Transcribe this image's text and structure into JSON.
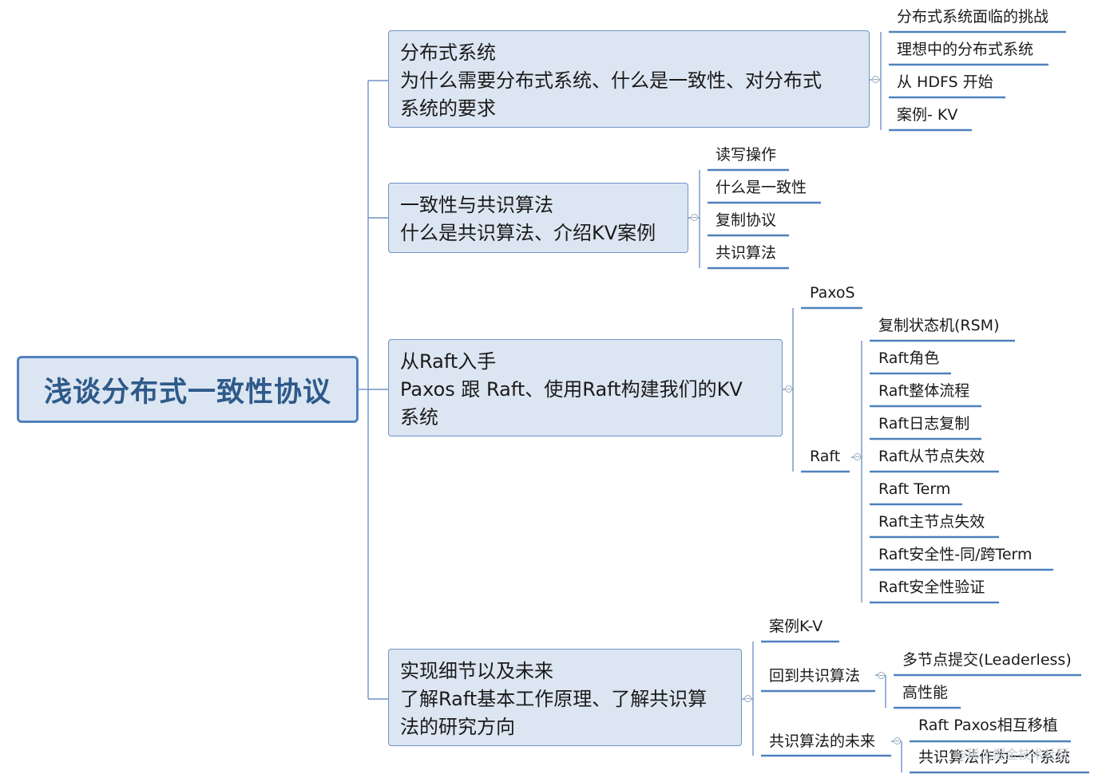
{
  "root": {
    "title": "浅谈分布式一致性协议"
  },
  "topics": [
    {
      "lines": [
        "分布式系统",
        "为什么需要分布式系统、什么是一致性、对分布式",
        "系统的要求"
      ]
    },
    {
      "lines": [
        "一致性与共识算法",
        "什么是共识算法、介绍KV案例"
      ]
    },
    {
      "lines": [
        "从Raft入手",
        "Paxos 跟 Raft、使用Raft构建我们的KV",
        "系统"
      ]
    },
    {
      "lines": [
        "实现细节以及未来",
        "了解Raft基本工作原理、了解共识算",
        "法的研究方向"
      ]
    }
  ],
  "t1_children": [
    "分布式系统面临的挑战",
    "理想中的分布式系统",
    "从 HDFS 开始",
    "案例- KV"
  ],
  "t2_children": [
    "读写操作",
    "什么是一致性",
    "复制协议",
    "共识算法"
  ],
  "t3_children": [
    "PaxoS",
    "Raft"
  ],
  "raft_children": [
    "复制状态机(RSM)",
    "Raft角色",
    "Raft整体流程",
    "Raft日志复制",
    "Raft从节点失效",
    "Raft Term",
    "Raft主节点失效",
    "Raft安全性-同/跨Term",
    "Raft安全性验证"
  ],
  "t4_children": [
    "案例K-V",
    "回到共识算法",
    "共识算法的未来"
  ],
  "consensus_children": [
    "多节点提交(Leaderless)",
    "高性能"
  ],
  "future_children": [
    "Raft Paxos相互移植",
    "共识算法作为一个系统"
  ],
  "watermark": "@稀土掘金技术社区",
  "colors": {
    "node_fill": "#dce6f2",
    "node_border": "#4f81bd",
    "connector": "#4f81bd",
    "root_text": "#2e5a8a"
  }
}
